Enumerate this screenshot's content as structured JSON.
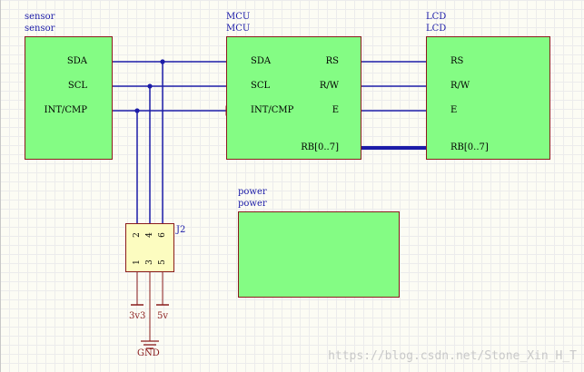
{
  "sensor": {
    "title": "sensor",
    "subtitle": "sensor",
    "ports": [
      "SDA",
      "SCL",
      "INT/CMP"
    ]
  },
  "mcu": {
    "title": "MCU",
    "subtitle": "MCU",
    "left_ports": [
      "SDA",
      "SCL",
      "INT/CMP"
    ],
    "right_ports": [
      "RS",
      "R/W",
      "E",
      "RB[0..7]"
    ]
  },
  "lcd": {
    "title": "LCD",
    "subtitle": "LCD",
    "ports": [
      "RS",
      "R/W",
      "E",
      "RB[0..7]"
    ]
  },
  "power": {
    "title": "power",
    "subtitle": "power"
  },
  "connector": {
    "designator": "J2",
    "top_pins": [
      "2",
      "4",
      "6"
    ],
    "bottom_pins": [
      "1",
      "3",
      "5"
    ]
  },
  "power_labels": {
    "v3": "3v3",
    "v5": "5v",
    "gnd": "GND"
  },
  "watermark": "https://blog.csdn.net/Stone_Xin_H_T",
  "colors": {
    "block_fill": "#84fc84",
    "block_border": "#8a1c1c",
    "title_text": "#1c1ca8",
    "wire": "#1c1ca8",
    "port_fill": "#fcfcc0",
    "power_text": "#8a1c1c"
  }
}
